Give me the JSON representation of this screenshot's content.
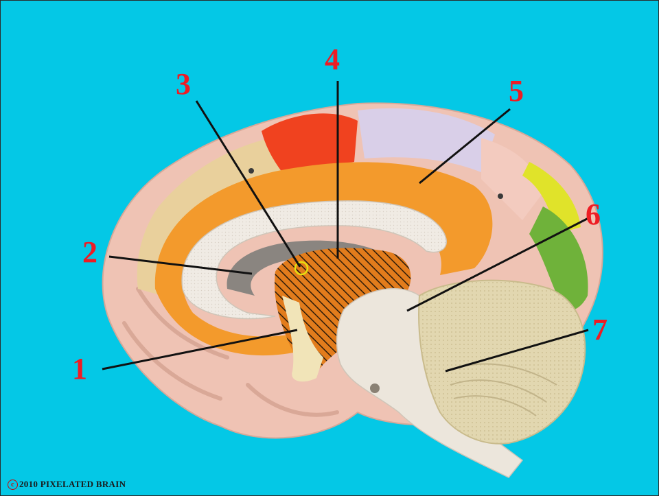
{
  "labels": [
    {
      "id": "1",
      "text": "1"
    },
    {
      "id": "2",
      "text": "2"
    },
    {
      "id": "3",
      "text": "3"
    },
    {
      "id": "4",
      "text": "4"
    },
    {
      "id": "5",
      "text": "5"
    },
    {
      "id": "6",
      "text": "6"
    },
    {
      "id": "7",
      "text": "7"
    }
  ],
  "copyright": {
    "symbol": "c",
    "text": "2010  PIXELATED BRAIN"
  },
  "colors": {
    "background": "#04c8e6",
    "label_red": "#ee1c24",
    "cortex_pink": "#efc3b4",
    "limbic_orange": "#f39a2c",
    "frontal_tan": "#e9d09c",
    "motor_red": "#f0421f",
    "parietal_lavender": "#d9cfe8",
    "occipital_green": "#6fb23a",
    "occipital_yellow": "#e0e32a",
    "corpus_callosum": "#f0ebe4",
    "brainstem": "#ece6dc",
    "cerebellum": "#e2d7b0"
  }
}
